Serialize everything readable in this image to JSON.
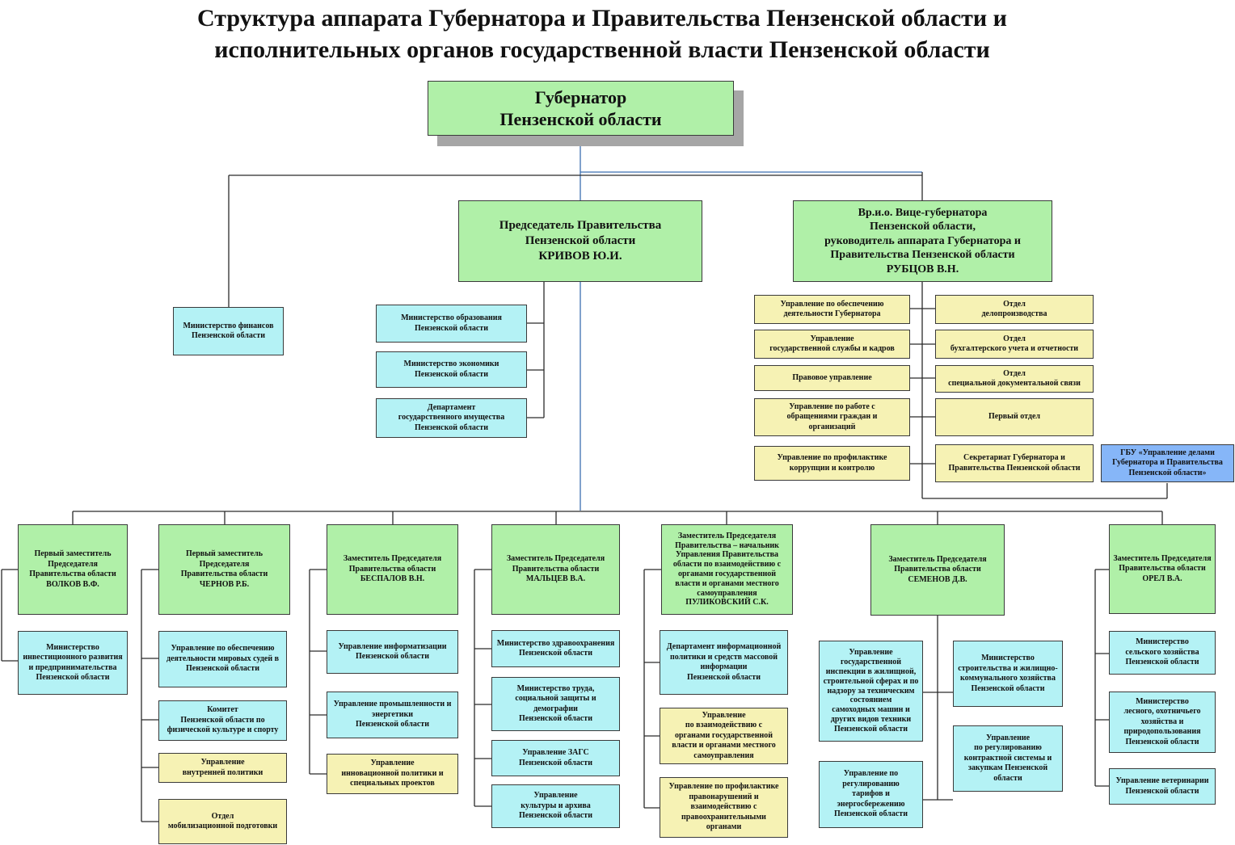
{
  "title": {
    "line1": "Структура аппарата Губернатора и Правительства Пензенской области и",
    "line2": "исполнительных органов государственной власти Пензенской области"
  },
  "governor": "Губернатор\nПензенской области",
  "chairman": "Председатель Правительства\nПензенской области\nКРИВОВ Ю.И.",
  "vice_governor": "Вр.и.о. Вице-губернатора\nПензенской области,\nруководитель аппарата Губернатора и\nПравительства Пензенской области\nРУБЦОВ В.Н.",
  "min_finance": "Министерство финансов\nПензенской области",
  "chairman_units": [
    "Министерство образования\nПензенской области",
    "Министерство экономики\nПензенской области",
    "Департамент\nгосударственного имущества\nПензенской области"
  ],
  "apparatus_left": [
    "Управление по обеспечению\nдеятельности Губернатора",
    "Управление\nгосударственной службы и кадров",
    "Правовое управление",
    "Управление по работе с\nобращениями граждан и\nорганизаций",
    "Управление по профилактике\nкоррупции и контролю"
  ],
  "apparatus_right": [
    "Отдел\nделопроизводства",
    "Отдел\nбухгалтерского учета и отчетности",
    "Отдел\nспециальной документальной связи",
    "Первый отдел",
    "Секретариат Губернатора и\nПравительства Пензенской области"
  ],
  "gbu": "ГБУ «Управление делами\nГубернатора и Правительства\nПензенской области»",
  "deputies": [
    {
      "head": "Первый заместитель\nПредседателя\nПравительства области\nВОЛКОВ В.Ф.",
      "units": [
        "Министерство\nинвестиционного развития\nи предпринимательства\nПензенской области"
      ]
    },
    {
      "head": "Первый заместитель\nПредседателя\nПравительства области\nЧЕРНОВ Р.Б.",
      "units": [
        "Управление по обеспечению\nдеятельности мировых судей в\nПензенской области",
        "Комитет\nПензенской области по\nфизической культуре и спорту",
        "Управление\nвнутренней политики",
        "Отдел\nмобилизационной подготовки"
      ]
    },
    {
      "head": "Заместитель Председателя\nПравительства области\nБЕСПАЛОВ В.Н.",
      "units": [
        "Управление информатизации\nПензенской области",
        "Управление промышленности и\nэнергетики\nПензенской области",
        "Управление\nинновационной политики и\nспециальных проектов"
      ]
    },
    {
      "head": "Заместитель Председателя\nПравительства области\nМАЛЬЦЕВ В.А.",
      "units": [
        "Министерство здравоохранения\nПензенской области",
        "Министерство труда,\nсоциальной защиты и\nдемографии\nПензенской области",
        "Управление ЗАГС\nПензенской области",
        "Управление\nкультуры и архива\nПензенской области"
      ]
    },
    {
      "head": "Заместитель Председателя\nПравительства – начальник\nУправления Правительства\nобласти по взаимодействию с\nорганами государственной\nвласти и органами местного\nсамоуправления\nПУЛИКОВСКИЙ С.К.",
      "units": [
        "Департамент информационной\nполитики и средств массовой\nинформации\nПензенской области",
        "Управление\nпо взаимодействию с\nорганами государственной\nвласти и органами местного\nсамоуправления",
        "Управление по профилактике\nправонарушений и\nвзаимодействию с\nправоохранительными\nорганами"
      ]
    },
    {
      "head": "Заместитель Председателя\nПравительства области\nСЕМЕНОВ Д.В.",
      "units": [
        "Управление\nгосударственной\nинспекции в жилищной,\nстроительной сферах и по\nнадзору за техническим\nсостоянием\nсамоходных машин и\nдругих видов техники\nПензенской области",
        "Управление по\nрегулированию\nтарифов и\nэнергосбережению\nПензенской области",
        "Министерство\nстроительства и жилищно-\nкоммунального хозяйства\nПензенской области",
        "Управление\nпо регулированию\nконтрактной системы и\nзакупкам Пензенской\nобласти"
      ]
    },
    {
      "head": "Заместитель Председателя\nПравительства области\nОРЕЛ В.А.",
      "units": [
        "Министерство\nсельского хозяйства\nПензенской области",
        "Министерство\nлесного, охотничьего\nхозяйства и\nприродопользования\nПензенской области",
        "Управление ветеринарии\nПензенской области"
      ]
    }
  ]
}
